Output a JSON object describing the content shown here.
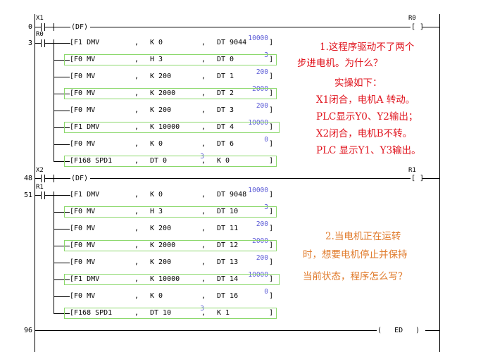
{
  "colors": {
    "monitor_value": "#5b5bd6",
    "highlight": "#8bd86b",
    "note_red": "#e0141e",
    "note_orange": "#e07a2a"
  },
  "rungs": [
    {
      "step": "0",
      "contacts": [
        "X1"
      ],
      "instr": "(DF)",
      "coil": "R0",
      "coil_shape": "[ ]"
    },
    {
      "step": "3",
      "contacts": [
        "R0"
      ]
    },
    {
      "step": "48",
      "contacts": [
        "X2"
      ],
      "instr": "(DF)",
      "coil": "R1",
      "coil_shape": "[ ]"
    },
    {
      "step": "51",
      "contacts": [
        "R1"
      ]
    },
    {
      "step": "96",
      "end": "(   ED   )"
    }
  ],
  "block1": [
    {
      "op": "[F1 DMV",
      "src": "K 0",
      "dst": "DT 9044",
      "end": "]",
      "monitor": "10000",
      "hl": false
    },
    {
      "op": "[F0 MV",
      "src": "H 3",
      "dst": "DT 0",
      "end": "]",
      "monitor": "3",
      "hl": true
    },
    {
      "op": "[F0 MV",
      "src": "K 200",
      "dst": "DT 1",
      "end": "]",
      "monitor": "200",
      "hl": false
    },
    {
      "op": "[F0 MV",
      "src": "K 2000",
      "dst": "DT 2",
      "end": "]",
      "monitor": "2000",
      "hl": true
    },
    {
      "op": "[F0 MV",
      "src": "K 200",
      "dst": "DT 3",
      "end": "]",
      "monitor": "200",
      "hl": false
    },
    {
      "op": "[F1 DMV",
      "src": "K 10000",
      "dst": "DT 4",
      "end": "]",
      "monitor": "10000",
      "hl": true
    },
    {
      "op": "[F0 MV",
      "src": "K 0",
      "dst": "DT 6",
      "end": "]",
      "monitor": "0",
      "hl": false
    },
    {
      "op": "[F168 SPD1",
      "src": "DT 0",
      "dst": "K 0",
      "end": "]",
      "monitor": "3",
      "hl": true
    }
  ],
  "block2": [
    {
      "op": "[F1 DMV",
      "src": "K 0",
      "dst": "DT 9048",
      "end": "]",
      "monitor": "10000",
      "hl": false
    },
    {
      "op": "[F0 MV",
      "src": "H 3",
      "dst": "DT 10",
      "end": "]",
      "monitor": "3",
      "hl": true
    },
    {
      "op": "[F0 MV",
      "src": "K 200",
      "dst": "DT 11",
      "end": "]",
      "monitor": "200",
      "hl": false
    },
    {
      "op": "[F0 MV",
      "src": "K 2000",
      "dst": "DT 12",
      "end": "]",
      "monitor": "2000",
      "hl": true
    },
    {
      "op": "[F0 MV",
      "src": "K 200",
      "dst": "DT 13",
      "end": "]",
      "monitor": "200",
      "hl": false
    },
    {
      "op": "[F1 DMV",
      "src": "K 10000",
      "dst": "DT 14",
      "end": "]",
      "monitor": "10000",
      "hl": true
    },
    {
      "op": "[F0 MV",
      "src": "K 0",
      "dst": "DT 16",
      "end": "]",
      "monitor": "0",
      "hl": false
    },
    {
      "op": "[F168 SPD1",
      "src": "DT 10",
      "dst": "K 1",
      "end": "]",
      "monitor": "3",
      "hl": true
    }
  ],
  "comma": ",",
  "notes": {
    "q1": [
      "1.这程序驱动不了两个",
      "步进电机。为什么？",
      "实操如下：",
      "X1闭合，电机A 转动。",
      "PLC显示Y0、Y2输出；",
      "X2闭合，电机B不转。",
      "PLC 显示Y1、Y3输出。"
    ],
    "q2": [
      "2.当电机正在运转",
      "时，想要电机停止并保持",
      "当前状态，程序怎么写？"
    ]
  }
}
